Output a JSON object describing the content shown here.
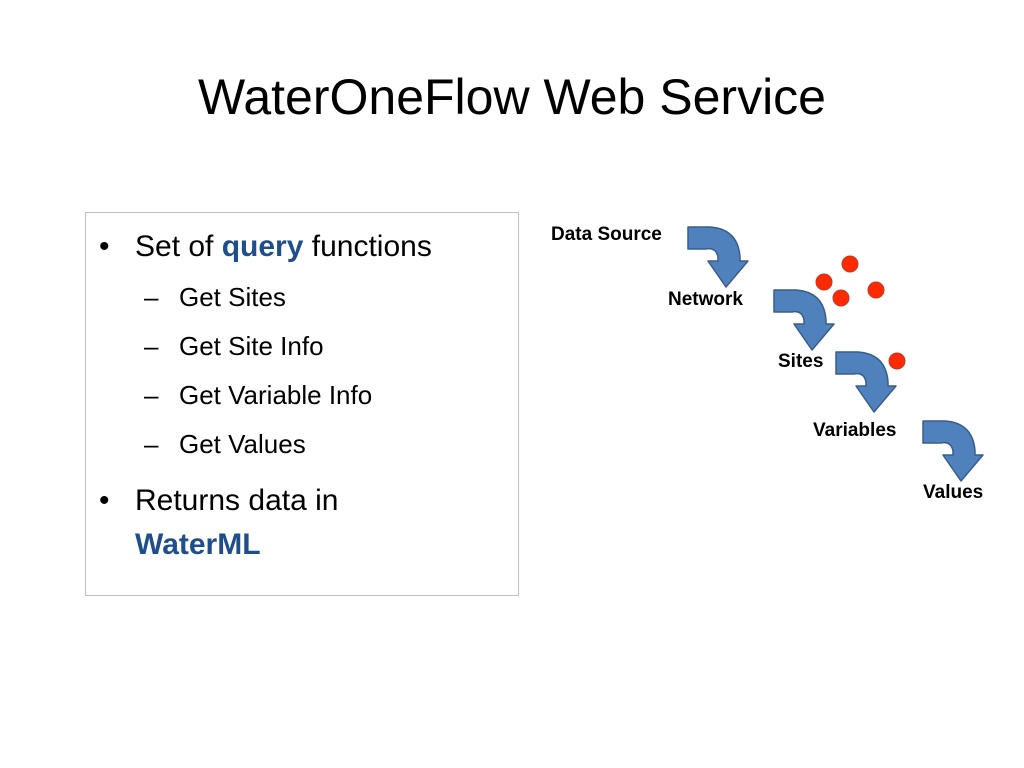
{
  "slide": {
    "title": "WaterOneFlow Web Service"
  },
  "bullets": {
    "bullet_glyph": "•",
    "dash_glyph": "–",
    "item1": {
      "prefix": "Set of ",
      "emphasis": "query",
      "suffix": " functions"
    },
    "subitems": [
      "Get Sites",
      "Get Site Info",
      "Get Variable Info",
      "Get Values"
    ],
    "item2": {
      "line1": "Returns data in",
      "emphasis": "WaterML"
    }
  },
  "diagram": {
    "labels": [
      "Data Source",
      "Network",
      "Sites",
      "Variables",
      "Values"
    ],
    "arrow_color": "#4f81bd",
    "dot_color": "#ff2a00"
  },
  "colors": {
    "emphasis": "#1f4e8c",
    "box_border": "#bfbfbf"
  }
}
